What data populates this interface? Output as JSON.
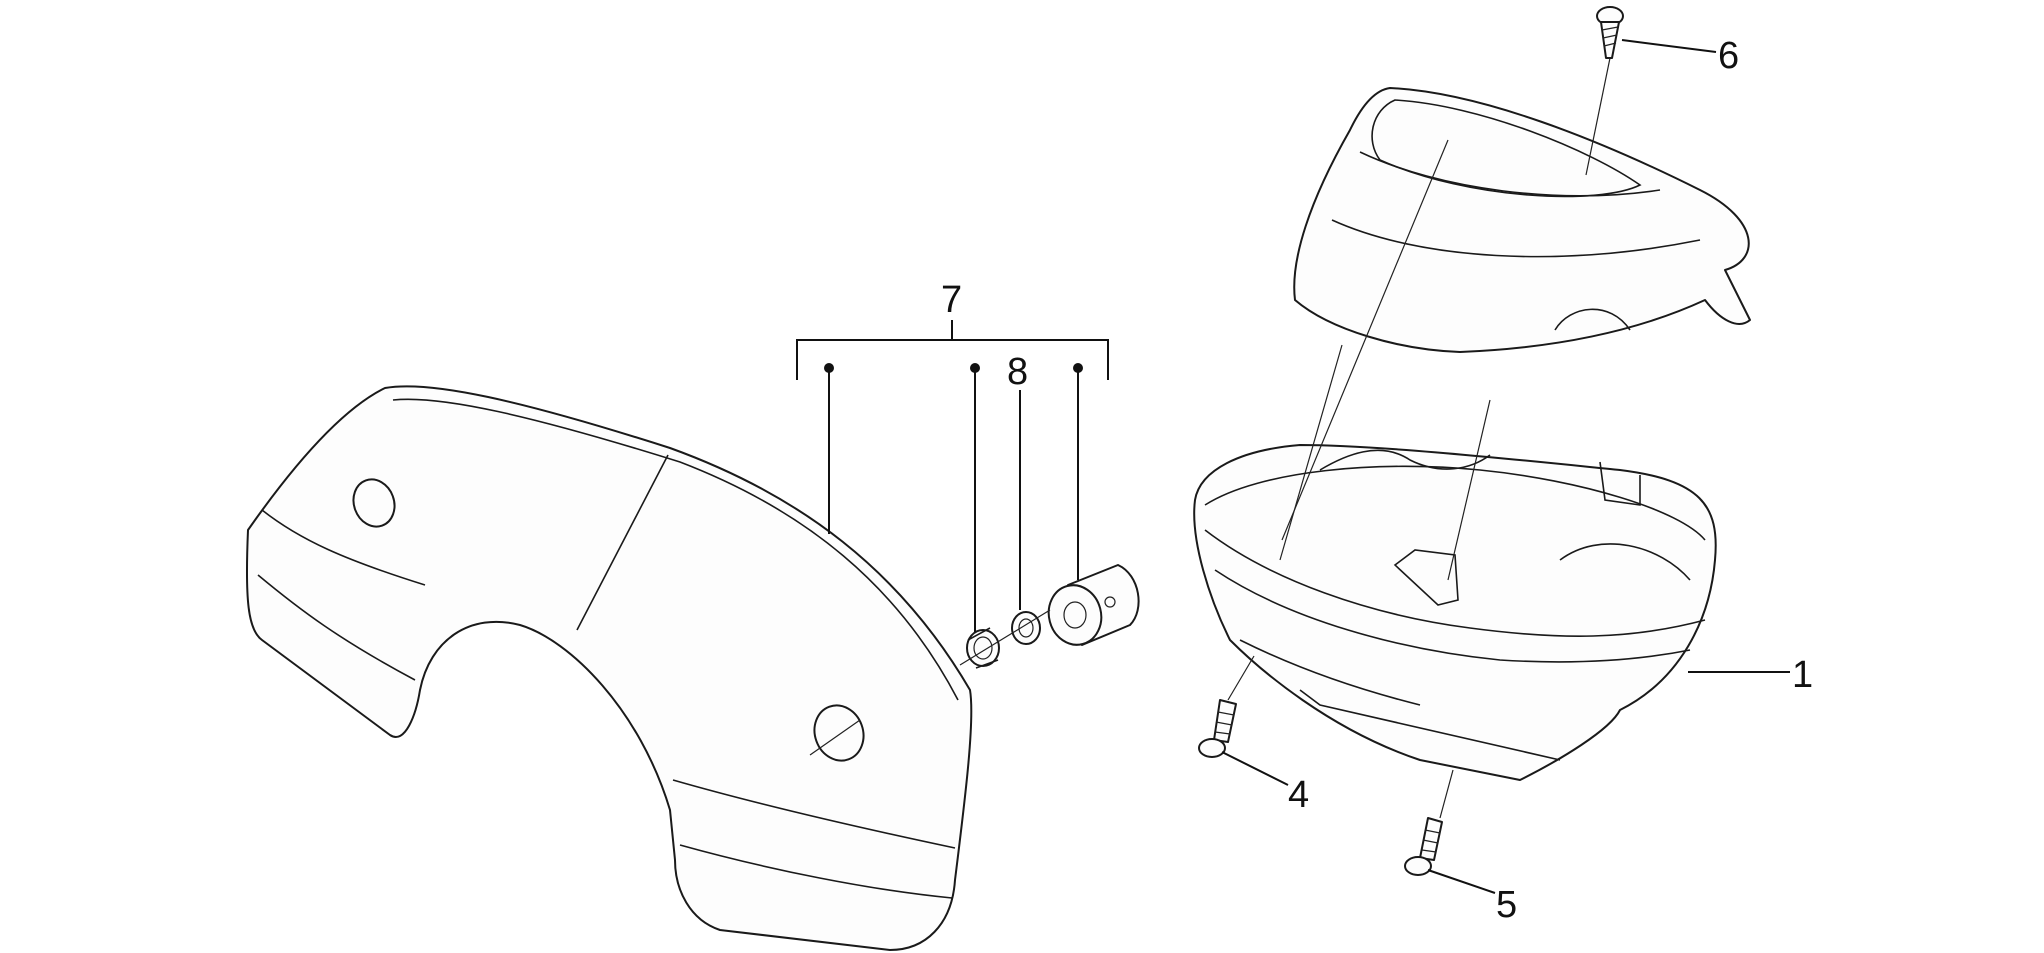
{
  "diagram": {
    "callouts": [
      {
        "id": "1",
        "label": "1"
      },
      {
        "id": "4",
        "label": "4"
      },
      {
        "id": "5",
        "label": "5"
      },
      {
        "id": "6",
        "label": "6"
      },
      {
        "id": "7",
        "label": "7"
      },
      {
        "id": "8",
        "label": "8"
      }
    ]
  }
}
